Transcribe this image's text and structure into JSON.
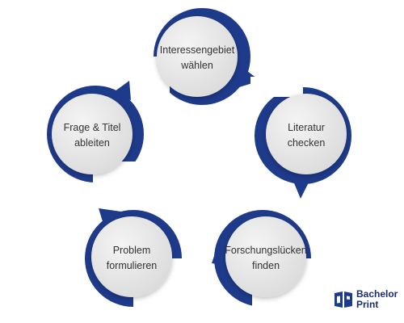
{
  "diagram": {
    "steps": [
      {
        "line1": "Interessengebiet",
        "line2": "wählen"
      },
      {
        "line1": "Literatur",
        "line2": "checken"
      },
      {
        "line1": "Forschungslücken",
        "line2": "finden"
      },
      {
        "line1": "Problem",
        "line2": "formulieren"
      },
      {
        "line1": "Frage & Titel",
        "line2": "ableiten"
      }
    ]
  },
  "brand": {
    "line1": "Bachelor",
    "line2": "Print"
  },
  "colors": {
    "accent": "#1e3a8a",
    "circle_fill": "#e6e6e6",
    "text": "#333333"
  }
}
